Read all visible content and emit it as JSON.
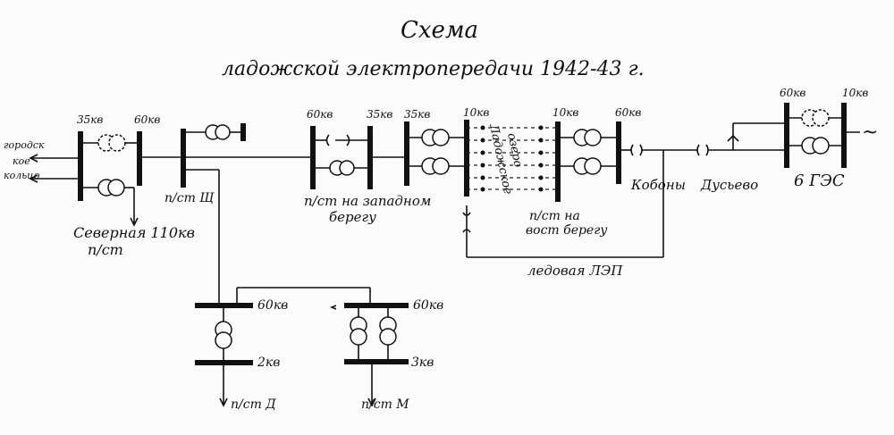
{
  "title": {
    "line1": "Схема",
    "line2": "ладожской   электропередачи 1942-43 г."
  },
  "labels": {
    "city_ring": [
      "городск",
      "кое",
      "кольцо"
    ],
    "v35_a": "35кв",
    "v60_a": "60кв",
    "northern_sub": [
      "Северная 110кв",
      "п/ст"
    ],
    "sub_shch": "п/ст Щ",
    "v60_b": "60кв",
    "v35_b": "35кв",
    "v35_c": "35кв",
    "v10_a": "10кв",
    "v10_b": "10кв",
    "v60_c": "60кв",
    "west_shore": [
      "п/ст на западном",
      "берегу"
    ],
    "lake": [
      "Ладожское",
      "озеро"
    ],
    "east_shore": [
      "п/ст на",
      "вост берегу"
    ],
    "kobony": "Кобоны",
    "dusyevo": "Дусьево",
    "ges": "6 ГЭС",
    "v60_d": "60кв",
    "v10_c": "10кв",
    "ice_line": "ледовая ЛЭП",
    "sub_d_hv": "60кв",
    "sub_d_lv": "2кв",
    "sub_d": "п/ст Д",
    "sub_m_hv": "60кв",
    "sub_m_lv": "3кв",
    "sub_m": "п/ст М",
    "ac_symbol": "~"
  }
}
